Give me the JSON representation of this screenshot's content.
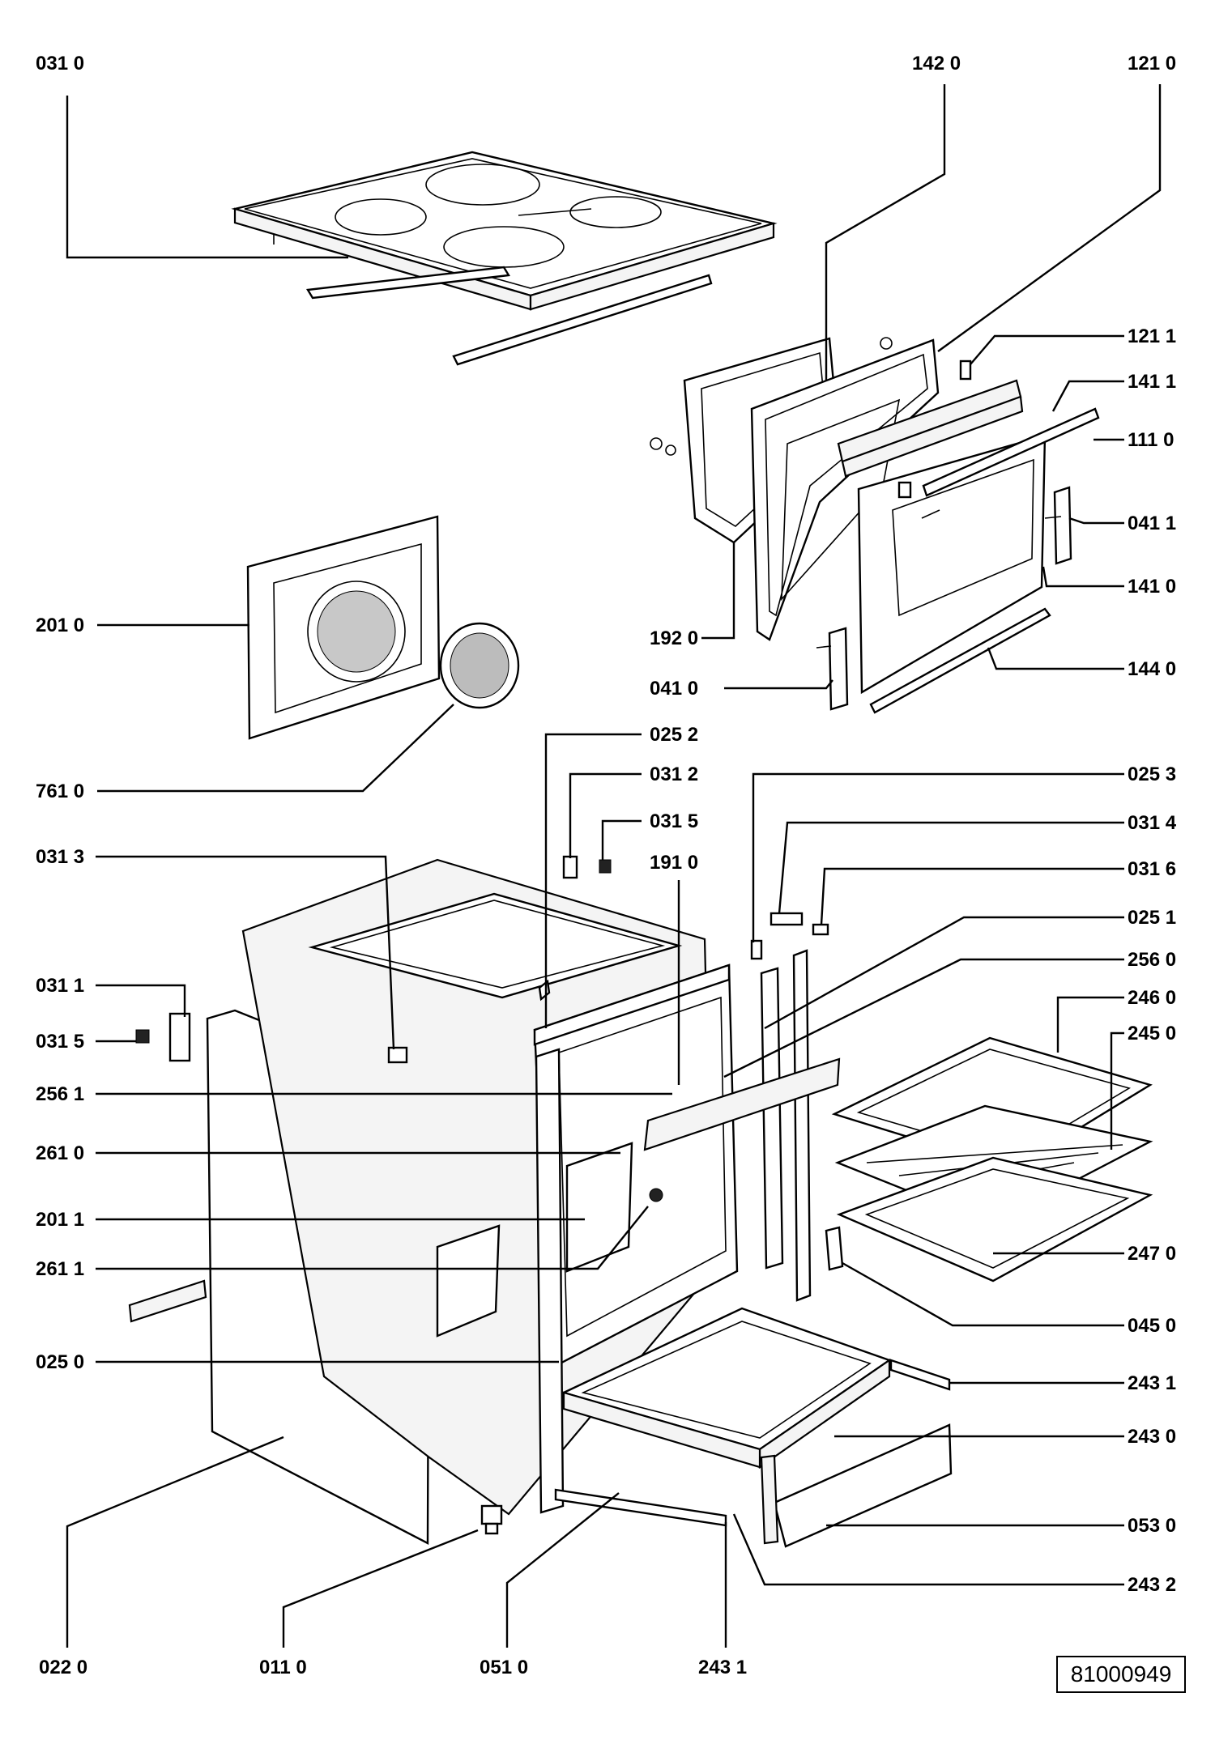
{
  "diagram": {
    "ref_number": "81000949",
    "labels": [
      {
        "id": "l0310",
        "text": "031 0"
      },
      {
        "id": "l1420",
        "text": "142 0"
      },
      {
        "id": "l1210",
        "text": "121 0"
      },
      {
        "id": "l1211",
        "text": "121 1"
      },
      {
        "id": "l1411",
        "text": "141 1"
      },
      {
        "id": "l1110",
        "text": "111 0"
      },
      {
        "id": "l0411",
        "text": "041 1"
      },
      {
        "id": "l1410",
        "text": "141 0"
      },
      {
        "id": "l1440",
        "text": "144 0"
      },
      {
        "id": "l1920",
        "text": "192 0"
      },
      {
        "id": "l0410",
        "text": "041 0"
      },
      {
        "id": "l2010",
        "text": "201 0"
      },
      {
        "id": "l7610",
        "text": "761 0"
      },
      {
        "id": "l0252",
        "text": "025 2"
      },
      {
        "id": "l0312",
        "text": "031 2"
      },
      {
        "id": "l0315a",
        "text": "031 5"
      },
      {
        "id": "l1910",
        "text": "191 0"
      },
      {
        "id": "l0253",
        "text": "025 3"
      },
      {
        "id": "l0314",
        "text": "031 4"
      },
      {
        "id": "l0316",
        "text": "031 6"
      },
      {
        "id": "l0251",
        "text": "025 1"
      },
      {
        "id": "l2560",
        "text": "256 0"
      },
      {
        "id": "l2460",
        "text": "246 0"
      },
      {
        "id": "l2450",
        "text": "245 0"
      },
      {
        "id": "l0313",
        "text": "031 3"
      },
      {
        "id": "l0311",
        "text": "031 1"
      },
      {
        "id": "l0315b",
        "text": "031 5"
      },
      {
        "id": "l2561",
        "text": "256 1"
      },
      {
        "id": "l2610",
        "text": "261 0"
      },
      {
        "id": "l2011",
        "text": "201 1"
      },
      {
        "id": "l2611",
        "text": "261 1"
      },
      {
        "id": "l0250",
        "text": "025 0"
      },
      {
        "id": "l2470",
        "text": "247 0"
      },
      {
        "id": "l0450",
        "text": "045 0"
      },
      {
        "id": "l2431a",
        "text": "243 1"
      },
      {
        "id": "l2430",
        "text": "243 0"
      },
      {
        "id": "l0530",
        "text": "053 0"
      },
      {
        "id": "l2432",
        "text": "243 2"
      },
      {
        "id": "l0220",
        "text": "022 0"
      },
      {
        "id": "l0110",
        "text": "011 0"
      },
      {
        "id": "l0510",
        "text": "051 0"
      },
      {
        "id": "l2431b",
        "text": "243 1"
      }
    ]
  }
}
